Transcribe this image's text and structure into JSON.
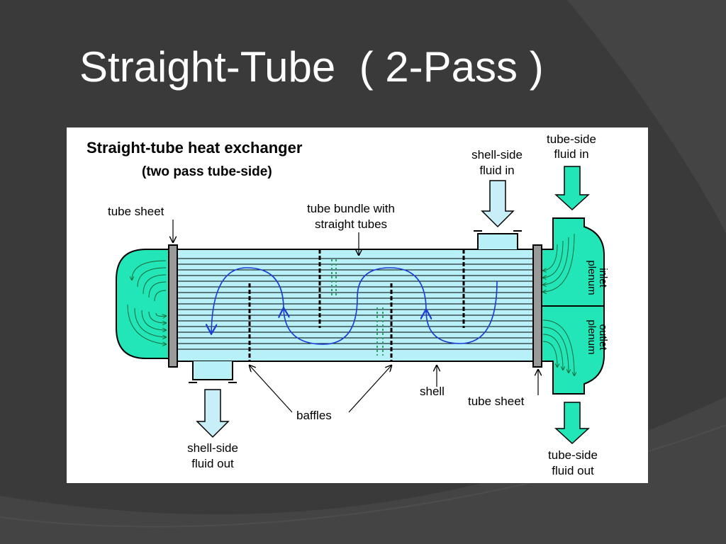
{
  "slide": {
    "title": "Straight-Tube  ( 2-Pass )",
    "colors": {
      "background": "#3a3a3a",
      "title_text": "#ffffff",
      "panel": "#ffffff"
    }
  },
  "diagram": {
    "title": "Straight-tube heat exchanger",
    "subtitle": "(two pass tube-side)",
    "labels": {
      "tube_sheet_left": "tube sheet",
      "tube_bundle_line1": "tube bundle with",
      "tube_bundle_line2": "straight tubes",
      "shell_side_in_line1": "shell-side",
      "shell_side_in_line2": "fluid in",
      "tube_side_in_line1": "tube-side",
      "tube_side_in_line2": "fluid in",
      "inlet_plenum": "inlet\nplenum",
      "outlet_plenum": "outlet\nplenum",
      "shell": "shell",
      "tube_sheet_right": "tube sheet",
      "baffles": "baffles",
      "shell_side_out_line1": "shell-side",
      "shell_side_out_line2": "fluid out",
      "tube_side_out_line1": "tube-side",
      "tube_side_out_line2": "fluid out"
    },
    "colors": {
      "tube_fluid": "#22e6b8",
      "shell_fluid": "#b8f0f8",
      "arrow_fill": "#c8eef8",
      "flow_path": "#1a3cd6",
      "tube_flow_arrows": "#1a6a3a",
      "outline": "#000000"
    },
    "icons": [
      "tube-side-flow-arrow",
      "shell-side-flow-arrow",
      "shell-flow-path-arrow",
      "pointer-arrow"
    ]
  }
}
